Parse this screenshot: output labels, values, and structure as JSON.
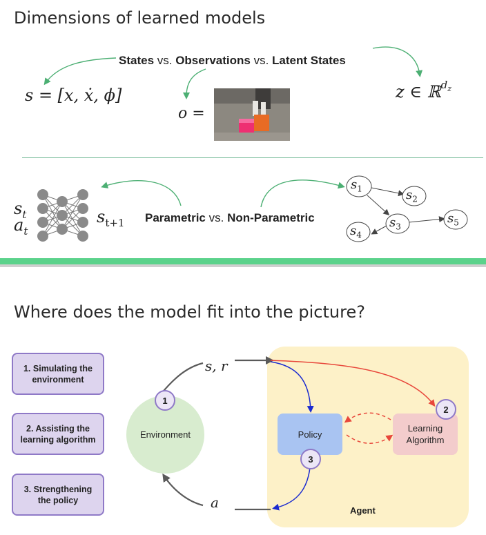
{
  "section1": {
    "title": "Dimensions of learned models",
    "states_label": "States",
    "vs1": " vs. ",
    "observations_label": "Observations",
    "vs2": " vs. ",
    "latent_label": "Latent States",
    "state_eq": "s = [x, ẋ, ϕ]",
    "obs_eq": "o =",
    "latent_eq_z": "z ∈ ℝ",
    "latent_eq_sup": "d",
    "latent_eq_sub": "z"
  },
  "section2": {
    "parametric_label": "Parametric",
    "vs": " vs. ",
    "nonparametric_label": "Non-Parametric",
    "input_s": "s",
    "input_s_sub": "t",
    "input_a": "a",
    "input_a_sub": "t",
    "output_s": "s",
    "output_s_sub": "t+1",
    "graph_nodes": [
      {
        "label": "s",
        "sub": "1"
      },
      {
        "label": "s",
        "sub": "2"
      },
      {
        "label": "s",
        "sub": "3"
      },
      {
        "label": "s",
        "sub": "4"
      },
      {
        "label": "s",
        "sub": "5"
      }
    ]
  },
  "section3": {
    "title": "Where does the model fit into the picture?",
    "side_boxes": [
      "1. Simulating the environment",
      "2. Assisting the learning algorithm",
      "3. Strengthening the policy"
    ],
    "environment_label": "Environment",
    "policy_label": "Policy",
    "learning_label": "Learning Algorithm",
    "agent_label": "Agent",
    "sr_label": "s, r",
    "a_label": "a",
    "circle_numbers": [
      "1",
      "2",
      "3"
    ]
  },
  "colors": {
    "green_arrow": "#4caf73",
    "divider": "#5bd28b",
    "agent_bg": "#fdf1c8",
    "environment_bg": "#d8eccf",
    "policy_bg": "#a9c4f2",
    "learning_bg": "#f3cccc",
    "box_bg": "#ddd4ee",
    "box_border": "#8f79c7",
    "blue_arrow": "#1b2bd0",
    "red_arrow": "#e8473b",
    "grey_arrow": "#5a5a5a"
  }
}
